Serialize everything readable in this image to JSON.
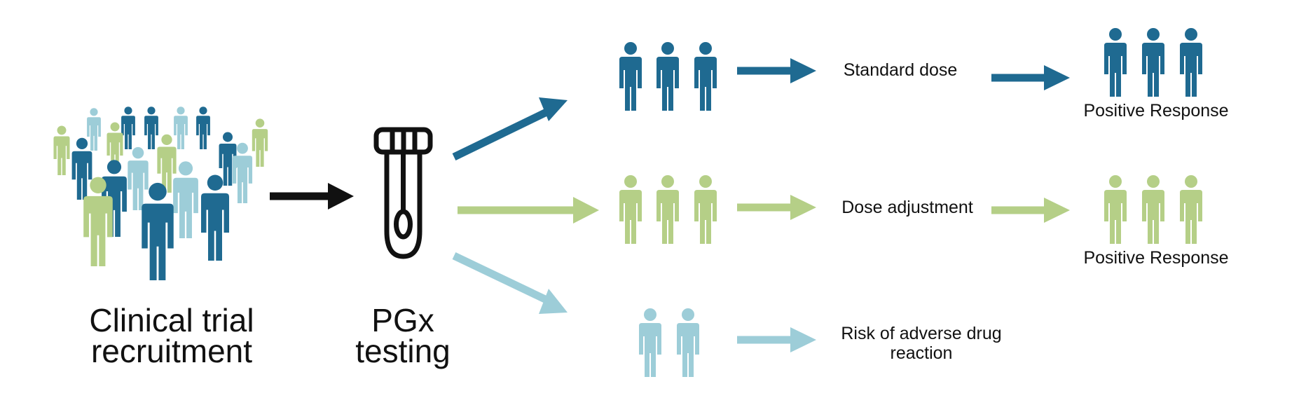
{
  "colors": {
    "dark_blue": "#1f6a91",
    "green": "#b5cf87",
    "light_blue": "#9dcdd8",
    "black": "#111111"
  },
  "stages": {
    "recruitment": {
      "line1": "Clinical trial",
      "line2": "recruitment"
    },
    "testing": {
      "line1": "PGx",
      "line2": "testing",
      "icon": "test-tube-icon"
    }
  },
  "branches": [
    {
      "id": "standard",
      "color": "dark_blue",
      "group_size": 3,
      "outcome": "Standard dose",
      "response": "Positive Response",
      "response_group_size": 3
    },
    {
      "id": "adjust",
      "color": "green",
      "group_size": 3,
      "outcome": "Dose adjustment",
      "response": "Positive Response",
      "response_group_size": 3
    },
    {
      "id": "risk",
      "color": "light_blue",
      "group_size": 2,
      "outcome_line1": "Risk of adverse drug",
      "outcome_line2": "reaction"
    }
  ]
}
